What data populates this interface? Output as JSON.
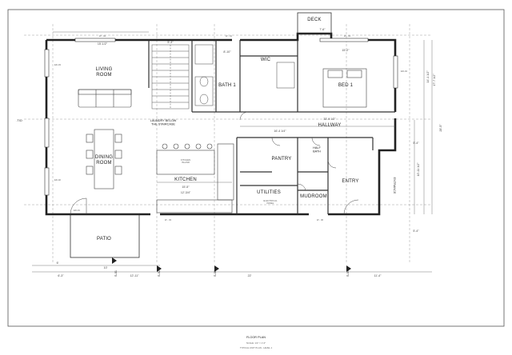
{
  "rooms": {
    "living": "LIVING\nROOM",
    "dining": "DINING\nROOM",
    "kitchen": "KITCHEN",
    "kitchen_island": "KITCHEN\nISLAND",
    "bath1": "BATH 1",
    "wic": "WIC",
    "bed1": "BED 1",
    "hallway": "HALLWAY",
    "pantry": "PANTRY",
    "half_bath": "HALF\nBATH",
    "utilities": "UTILITIES",
    "mudroom": "MUDROOM",
    "entry": "ENTRY",
    "entrance": "ENTRANCE",
    "patio": "PATIO",
    "deck": "DECK",
    "laundry_note": "LAUNDRY BELOW\nTHE STAIRCASE",
    "electrical_panel": "ELECTRICAL\nPANEL"
  },
  "section_markers": [
    "S-01",
    "S-02",
    "S-03",
    "S-04"
  ],
  "dimensions": {
    "bottom_row": [
      "6'-3\"",
      "12'-11\"",
      "22'",
      "11'-4\""
    ],
    "bottom_segments": [
      "6'",
      "10'"
    ],
    "hallway_width": "33'-9 1/2\"",
    "hallway_seg": "16'-4 1/4\"",
    "kitchen_w": "15'-5\"",
    "kitchen_w2": "12'-3/4\"",
    "bed_w": "15'-2\"",
    "living_w": "15'-1/2\"",
    "right_total": "28'-5\"",
    "right_upper": "14'-1 1/2\"",
    "right_mid": "10'-11 1/2\"",
    "right_a": "17'-7 1/2\"",
    "entry_w": "5'-4\"",
    "entry_w2": "5'-4\"",
    "deck_w": "7'-6\"",
    "stair_w": "5'-3\"",
    "bath_w": "8'-10\"",
    "left_tio": ".TIO"
  },
  "tags": [
    "W - 04",
    "W - 01",
    "W - 03",
    "W - 03",
    "ED-01",
    "ED-03",
    "ED-04",
    "ED-02",
    "W - 06"
  ],
  "sheet": {
    "title": "FLOOR PLAN",
    "scale": "SCALE: 1/4\" = 1'-0\"",
    "footer": "TYPICAL UNIT PLAN - LEVEL 1"
  }
}
